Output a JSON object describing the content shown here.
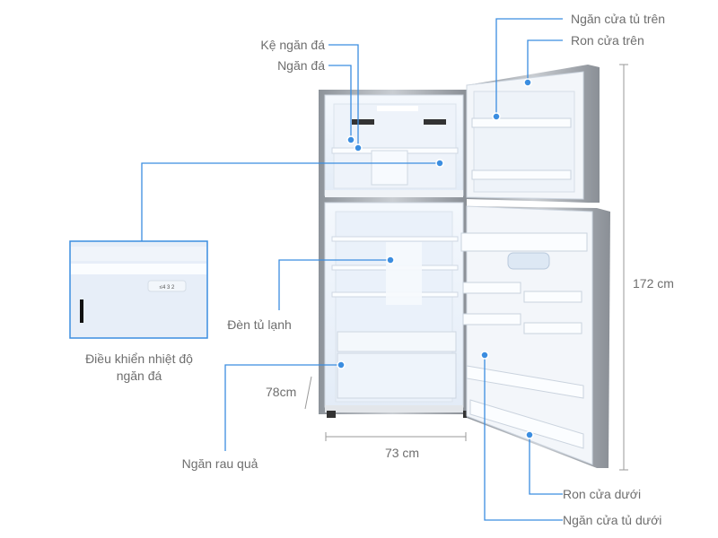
{
  "labels": {
    "ice_shelf": "Kệ ngăn đá",
    "freezer": "Ngăn đá",
    "freezer_temp_control_line1": "Điều khiển nhiệt độ",
    "freezer_temp_control_line2": "ngăn đá",
    "fridge_light": "Đèn tủ lạnh",
    "vegetable_drawer": "Ngăn rau quả",
    "upper_door_bin": "Ngăn cửa tủ trên",
    "upper_door_gasket": "Ron cửa trên",
    "lower_door_gasket": "Ron cửa dưới",
    "lower_door_bin": "Ngăn cửa tủ dưới"
  },
  "dimensions": {
    "height": "172 cm",
    "width": "73 cm",
    "depth": "78cm"
  },
  "inset_dial": "≤4 3 2",
  "colors": {
    "leader": "#3b8de0",
    "label_text": "#6e6e6e",
    "fridge_interior": "#edf3fb",
    "fridge_steel": "#a9aeb5"
  }
}
